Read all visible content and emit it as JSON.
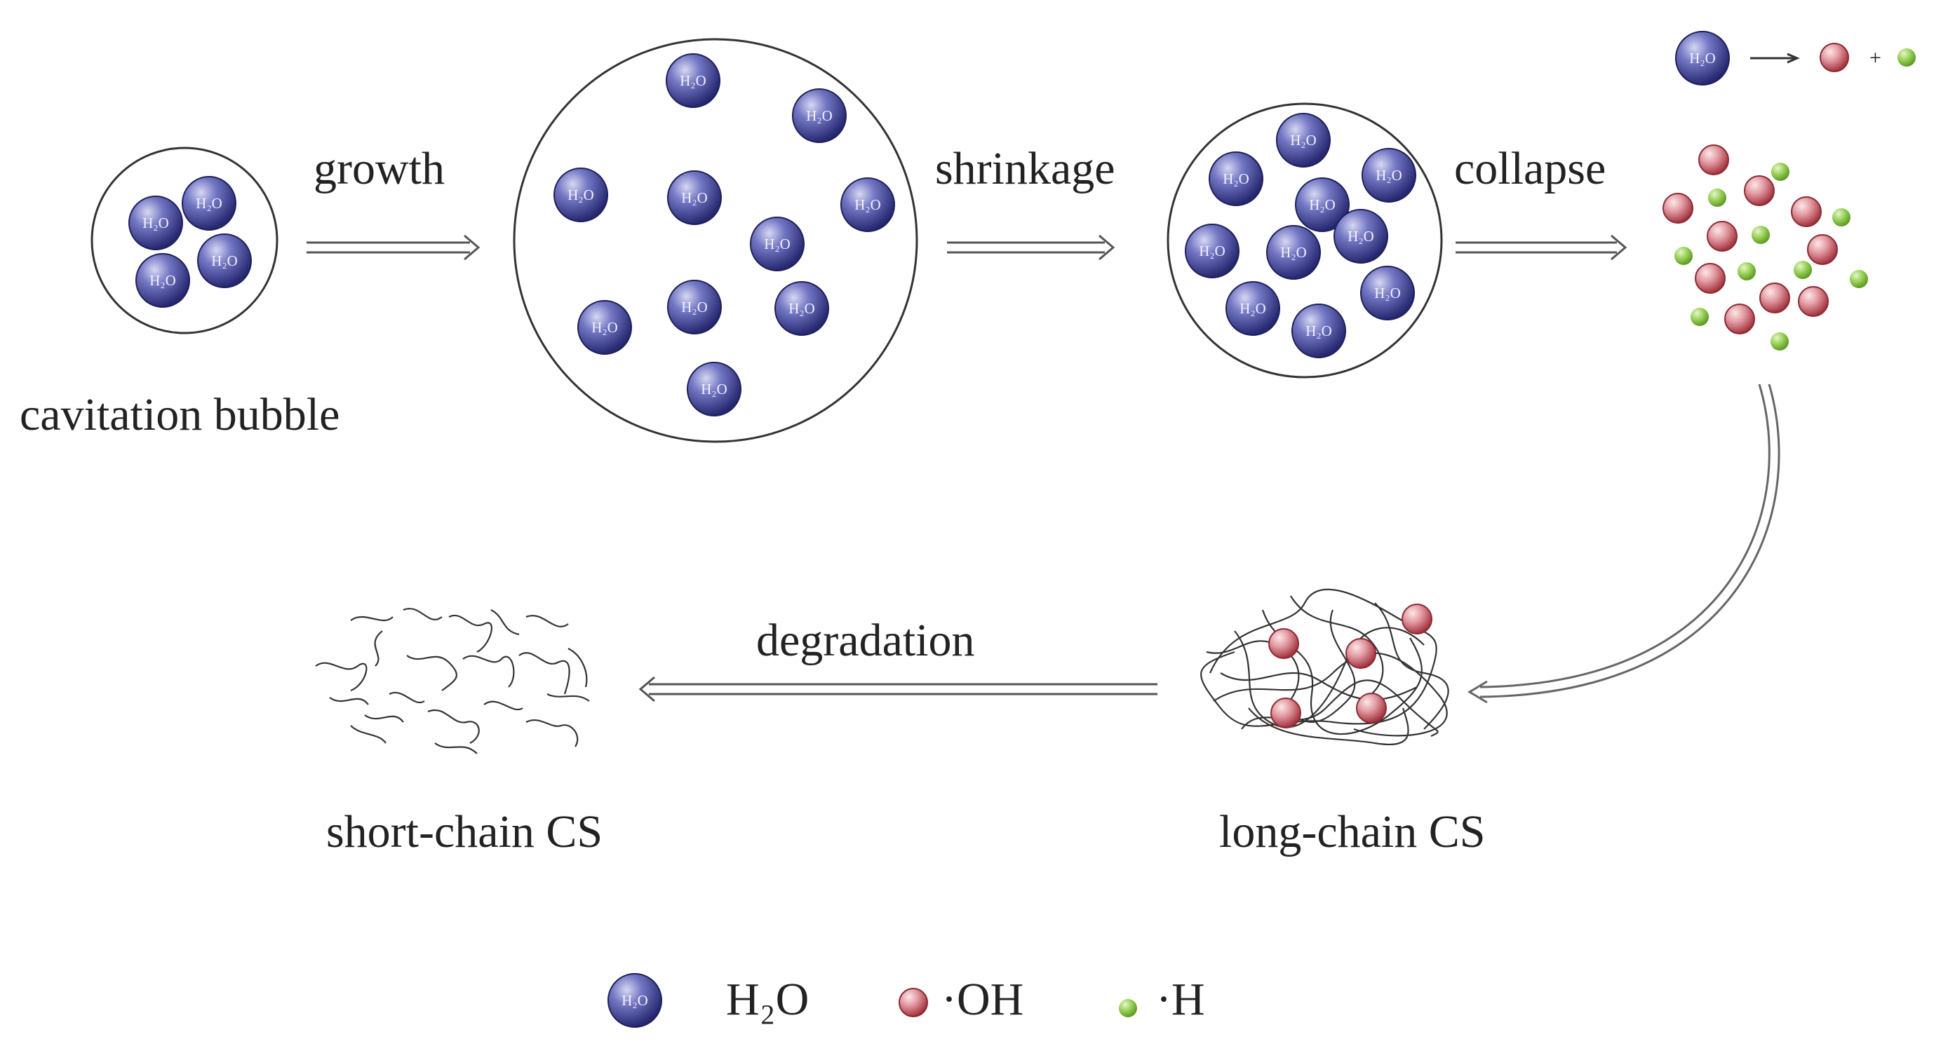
{
  "labels": {
    "cavitation_bubble": "cavitation bubble",
    "growth": "growth",
    "shrinkage": "shrinkage",
    "collapse": "collapse",
    "degradation": "degradation",
    "short_chain": "short-chain CS",
    "long_chain": "long-chain CS"
  },
  "molecule_label": "H₂O",
  "reaction": {
    "plus": "+"
  },
  "legend": {
    "water": "H₂O",
    "hydroxyl": "·OH",
    "hydrogen": "·H"
  },
  "colors": {
    "water": "#3d3f8e",
    "hydroxyl": "#c0505a",
    "hydrogen": "#8cc63e",
    "line": "#333333"
  }
}
